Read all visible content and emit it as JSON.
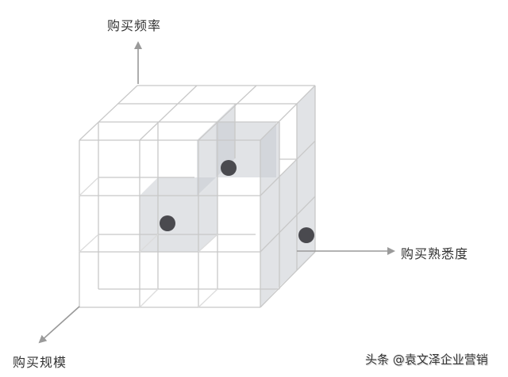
{
  "diagram": {
    "type": "3d-cube-matrix",
    "grid": "3x3x3",
    "axes": {
      "vertical": {
        "label": "购买频率",
        "direction": "up"
      },
      "horizontal": {
        "label": "购买熟悉度",
        "direction": "right"
      },
      "depth": {
        "label": "购买规模",
        "direction": "down-left"
      }
    },
    "highlighted_cells": [
      {
        "name": "cell-middle-center",
        "marker": "dot"
      },
      {
        "name": "cell-top-right-back",
        "marker": "dot"
      },
      {
        "name": "cell-right-side-middle",
        "marker": "dot"
      }
    ],
    "colors": {
      "grid_line": "#c8c8c8",
      "highlight_fill": "#c9ccd2",
      "dot": "#4a4a4f",
      "arrow": "#9a9a9a"
    }
  },
  "watermark": {
    "text": "头条 @袁文泽企业营销"
  }
}
